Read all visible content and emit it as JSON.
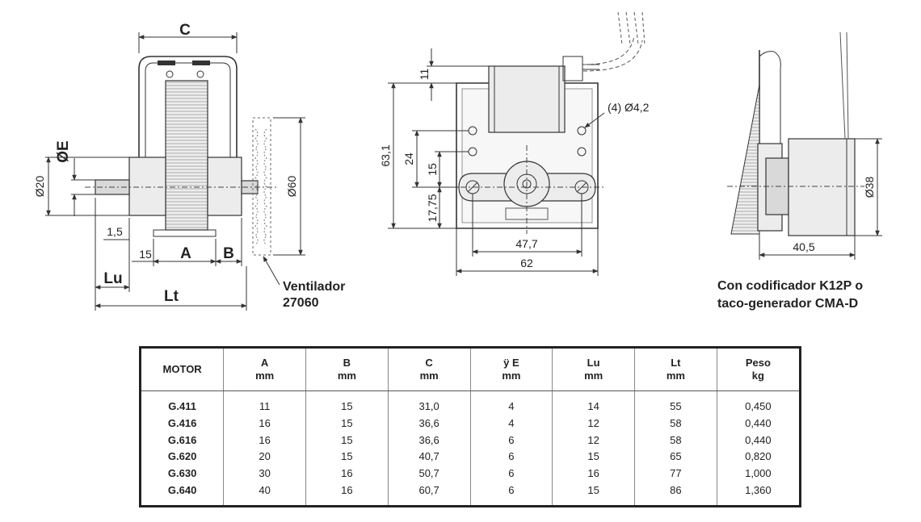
{
  "labels": {
    "side_view": {
      "C": "C",
      "OE": "ØE",
      "d20": "Ø20",
      "d60": "Ø60",
      "v1_5": "1,5",
      "v15": "15",
      "A": "A",
      "B": "B",
      "Lu": "Lu",
      "Lt": "Lt"
    },
    "front_view": {
      "v11": "11",
      "v63_1": "63,1",
      "v24": "24",
      "v15": "15",
      "v17_75": "17,75",
      "holes": "(4) Ø4,2",
      "v47_7": "47,7",
      "v62": "62"
    },
    "encoder_view": {
      "d38": "Ø38",
      "v40_5": "40,5"
    },
    "fan_note": {
      "line1": "Ventilador",
      "line2": "27060"
    },
    "encoder_note": {
      "line1": "Con codificador K12P o",
      "line2": "taco-generador CMA-D"
    }
  },
  "table": {
    "headers": [
      {
        "top": "MOTOR",
        "bottom": ""
      },
      {
        "top": "A",
        "bottom": "mm"
      },
      {
        "top": "B",
        "bottom": "mm"
      },
      {
        "top": "C",
        "bottom": "mm"
      },
      {
        "top": "ÿ E",
        "bottom": "mm"
      },
      {
        "top": "Lu",
        "bottom": "mm"
      },
      {
        "top": "Lt",
        "bottom": "mm"
      },
      {
        "top": "Peso",
        "bottom": "kg"
      }
    ],
    "rows": [
      [
        "G.411",
        "11",
        "15",
        "31,0",
        "4",
        "14",
        "55",
        "0,450"
      ],
      [
        "G.416",
        "16",
        "15",
        "36,6",
        "4",
        "12",
        "58",
        "0,440"
      ],
      [
        "G.616",
        "16",
        "15",
        "36,6",
        "6",
        "12",
        "58",
        "0,440"
      ],
      [
        "G.620",
        "20",
        "15",
        "40,7",
        "6",
        "15",
        "65",
        "0,820"
      ],
      [
        "G.630",
        "30",
        "16",
        "50,7",
        "6",
        "16",
        "77",
        "1,000"
      ],
      [
        "G.640",
        "40",
        "16",
        "60,7",
        "6",
        "15",
        "86",
        "1,360"
      ]
    ]
  }
}
